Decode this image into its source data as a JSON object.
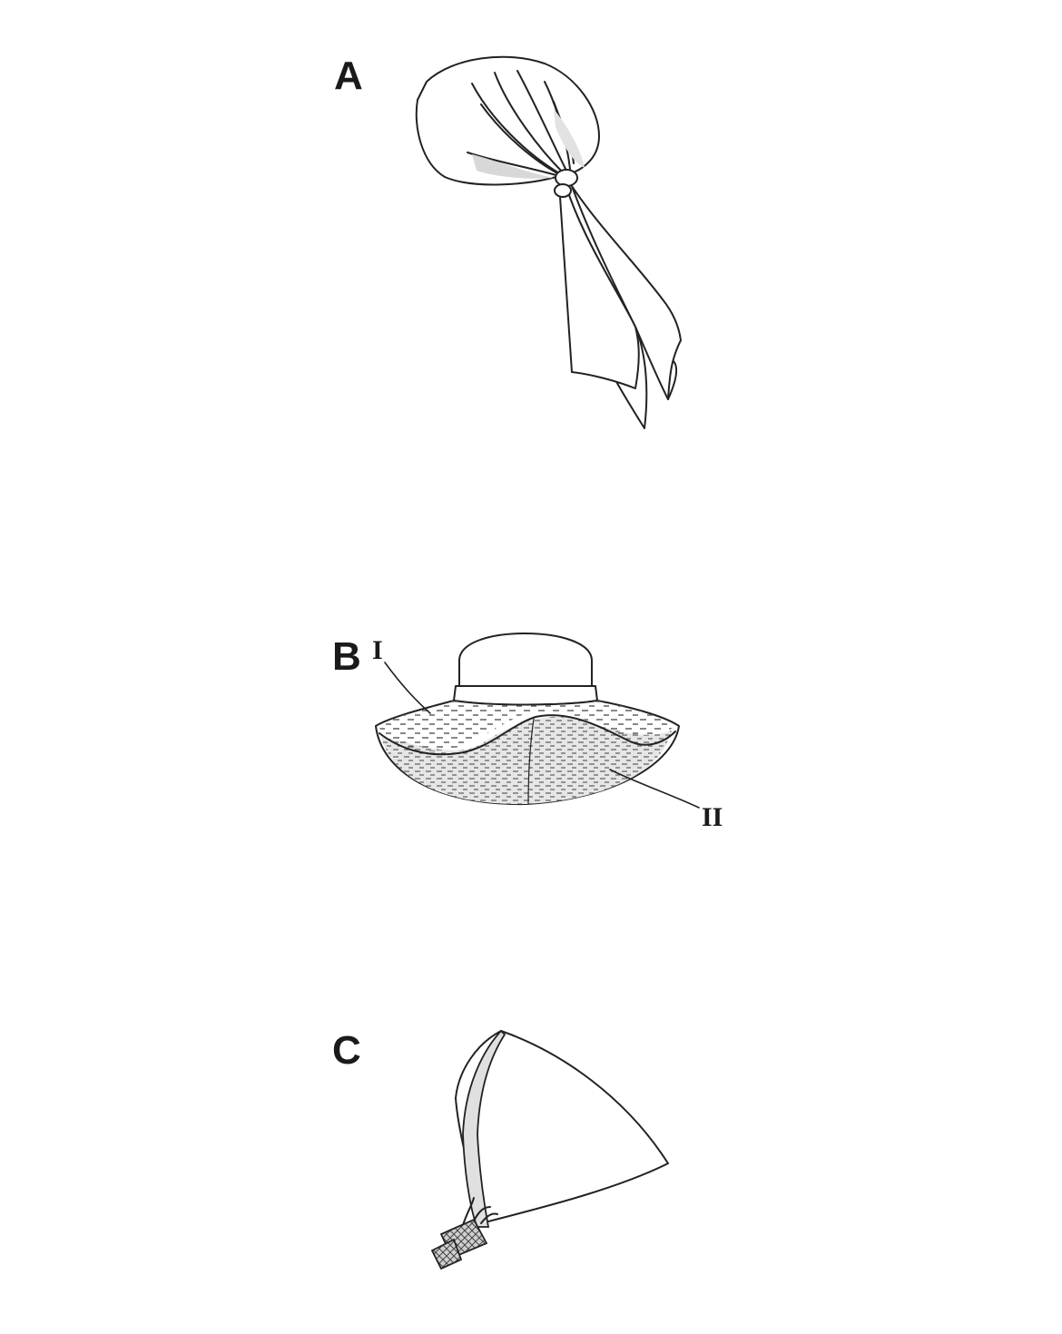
{
  "figures": [
    {
      "label": "A",
      "icon": "headscarf-icon"
    },
    {
      "label": "B",
      "icon": "wide-brim-hat-icon",
      "callouts": {
        "brim_top": "I",
        "crown": "I",
        "brim_under": "II"
      }
    },
    {
      "label": "C",
      "icon": "triangle-cap-icon"
    }
  ]
}
